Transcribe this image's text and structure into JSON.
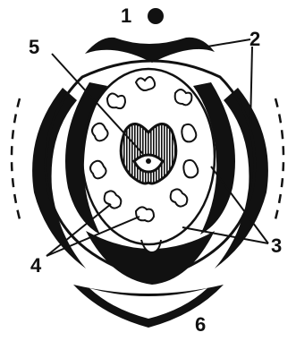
{
  "diagram": {
    "labels": {
      "l1": "1",
      "l2": "2",
      "l3": "3",
      "l4": "4",
      "l5": "5",
      "l6": "6"
    },
    "colors": {
      "ink": "#111111",
      "paper": "#ffffff"
    }
  }
}
